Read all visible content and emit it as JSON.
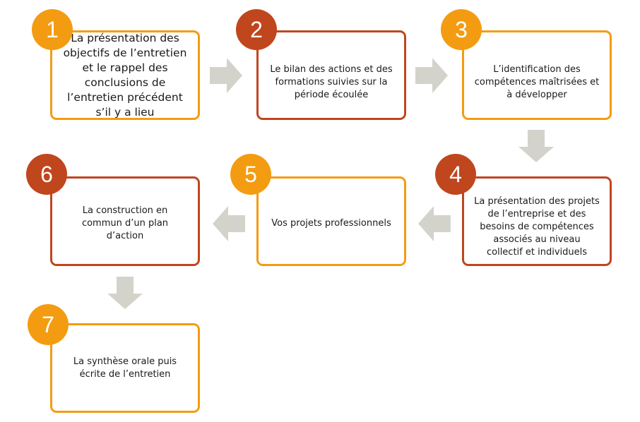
{
  "colors": {
    "orange": "#f39c12",
    "red": "#c0461e",
    "arrow": "#d3d3cb"
  },
  "steps": [
    {
      "number": "1",
      "text": "La présentation des objectifs de l’entretien et le rappel des conclusions de l’entretien précédent s’il y a lieu",
      "color": "orange"
    },
    {
      "number": "2",
      "text": "Le bilan des actions et des formations suivies sur la période écoulée",
      "color": "red"
    },
    {
      "number": "3",
      "text": "L’identification des compétences maîtrisées et à développer",
      "color": "orange"
    },
    {
      "number": "4",
      "text": "La présentation des projets de l’entreprise et des besoins de compétences associés au niveau collectif et individuels",
      "color": "red"
    },
    {
      "number": "5",
      "text": "Vos projets professionnels",
      "color": "orange"
    },
    {
      "number": "6",
      "text": "La construction en commun d’un plan d’action",
      "color": "red"
    },
    {
      "number": "7",
      "text": "La synthèse orale puis écrite de l’entretien",
      "color": "orange"
    }
  ],
  "arrows": [
    {
      "direction": "right-arrow-icon"
    },
    {
      "direction": "right-arrow-icon"
    },
    {
      "direction": "down-arrow-icon"
    },
    {
      "direction": "left-arrow-icon"
    },
    {
      "direction": "left-arrow-icon"
    },
    {
      "direction": "down-arrow-icon"
    }
  ]
}
